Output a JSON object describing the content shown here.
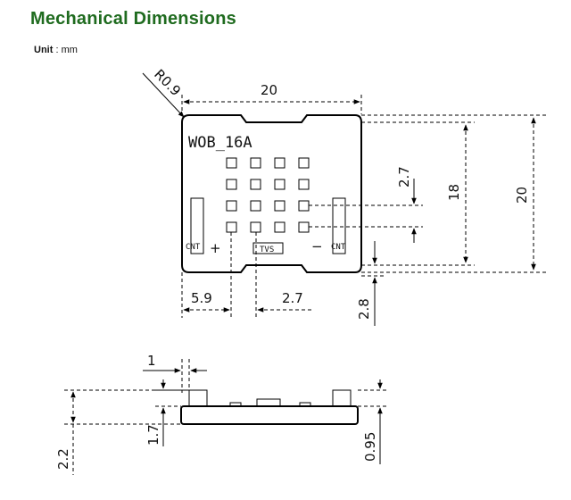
{
  "header": {
    "title": "Mechanical Dimensions",
    "unit_label": "Unit",
    "unit_value": ": mm"
  },
  "part": {
    "name": "WOB_16A",
    "plus": "+",
    "minus": "−",
    "cnt_left": "CNT",
    "cnt_right": "CNT",
    "tvs": "TVS"
  },
  "dimensions": {
    "radius": "R0.9",
    "width_top": "20",
    "pitch_vertical": "2.7",
    "height_inner": "18",
    "height_outer": "20",
    "offset_left": "5.9",
    "pitch_horizontal": "2.7",
    "bottom_gap": "2.8",
    "tab_width": "1",
    "side_17": "1.7",
    "side_22": "2.2",
    "side_095": "0.95"
  }
}
